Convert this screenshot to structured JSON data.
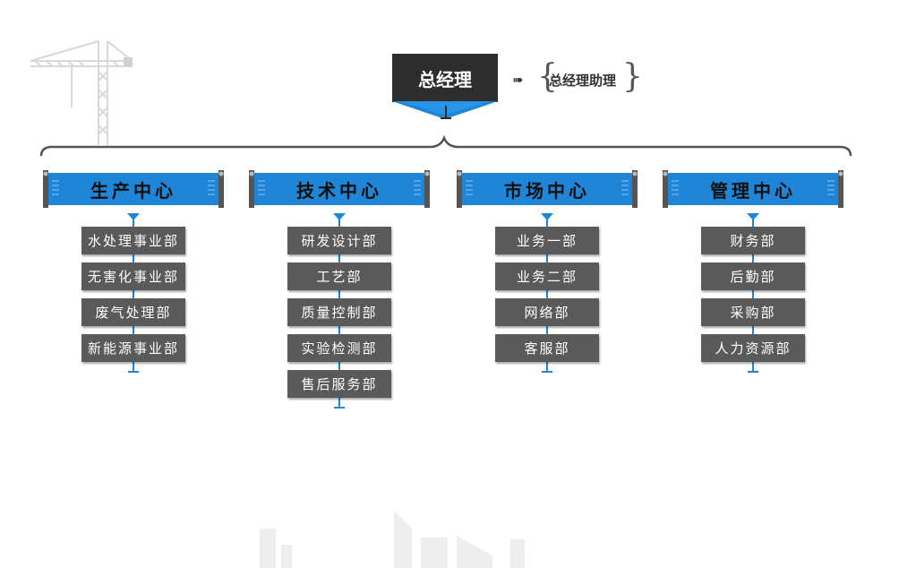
{
  "general_manager": {
    "label": "总经理"
  },
  "assistant": {
    "label": "总经理助理",
    "arrow_icon": "arrow-right-icon"
  },
  "colors": {
    "accent": "#1f85d6",
    "box_dark": "#2d2d2d",
    "dept_box": "#5a5a5a"
  },
  "centers": [
    {
      "label": "生产中心",
      "departments": [
        "水处理事业部",
        "无害化事业部",
        "废气处理部",
        "新能源事业部"
      ]
    },
    {
      "label": "技术中心",
      "departments": [
        "研发设计部",
        "工艺部",
        "质量控制部",
        "实验检测部",
        "售后服务部"
      ]
    },
    {
      "label": "市场中心",
      "departments": [
        "业务一部",
        "业务二部",
        "网络部",
        "客服部"
      ]
    },
    {
      "label": "管理中心",
      "departments": [
        "财务部",
        "后勤部",
        "采购部",
        "人力资源部"
      ]
    }
  ]
}
